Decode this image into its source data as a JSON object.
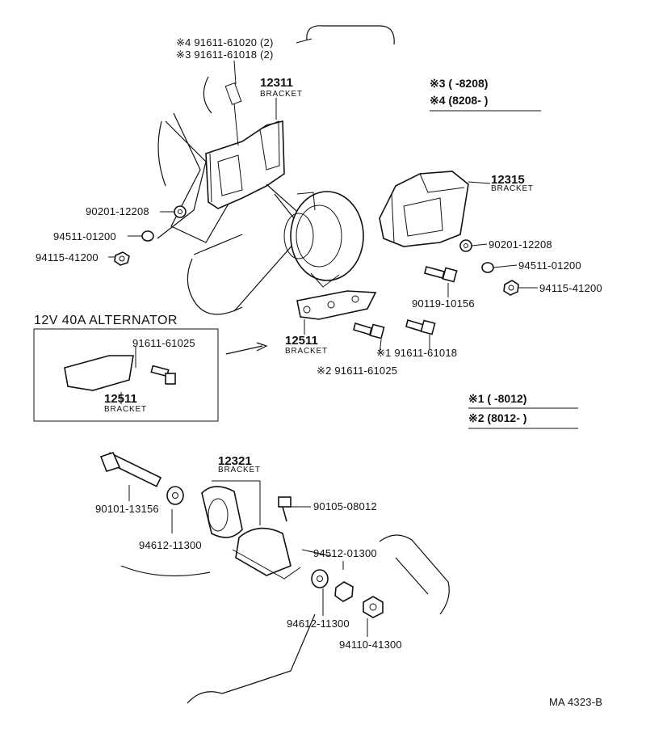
{
  "labels": {
    "p_91611_61020": "※4 91611-61020 (2)",
    "p_91611_61018_top": "※3 91611-61018 (2)",
    "b_12311": "12311",
    "b_12311_sub": "BRACKET",
    "note34_line1": "※3 (          -8208)",
    "note34_line2": "※4 (8208-          )",
    "b_12315": "12315",
    "b_12315_sub": "BRACKET",
    "p_90201_left": "90201-12208",
    "p_94511_left": "94511-01200",
    "p_94115_left": "94115-41200",
    "p_90201_right": "90201-12208",
    "p_94511_right": "94511-01200",
    "p_94115_right": "94115-41200",
    "p_90119": "90119-10156",
    "alt_title": "12V 40A ALTERNATOR",
    "p_91611_61025_box": "91611-61025",
    "b_12511_box": "12511",
    "b_12511_box_sub": "BRACKET",
    "b_12511": "12511",
    "b_12511_sub": "BRACKET",
    "p_91611_61018_mid": "※1 91611-61018",
    "p_91611_61025_mid": "※2 91611-61025",
    "note12_line1": "※1 (          -8012)",
    "note12_line2": "※2 (8012-          )",
    "b_12321": "12321",
    "b_12321_sub": "BRACKET",
    "p_90101": "90101-13156",
    "p_90105": "90105-08012",
    "p_94612_top": "94612-11300",
    "p_94512": "94512-01300",
    "p_94612_bot": "94612-11300",
    "p_94110": "94110-41300",
    "figure_id": "MA 4323-B"
  }
}
